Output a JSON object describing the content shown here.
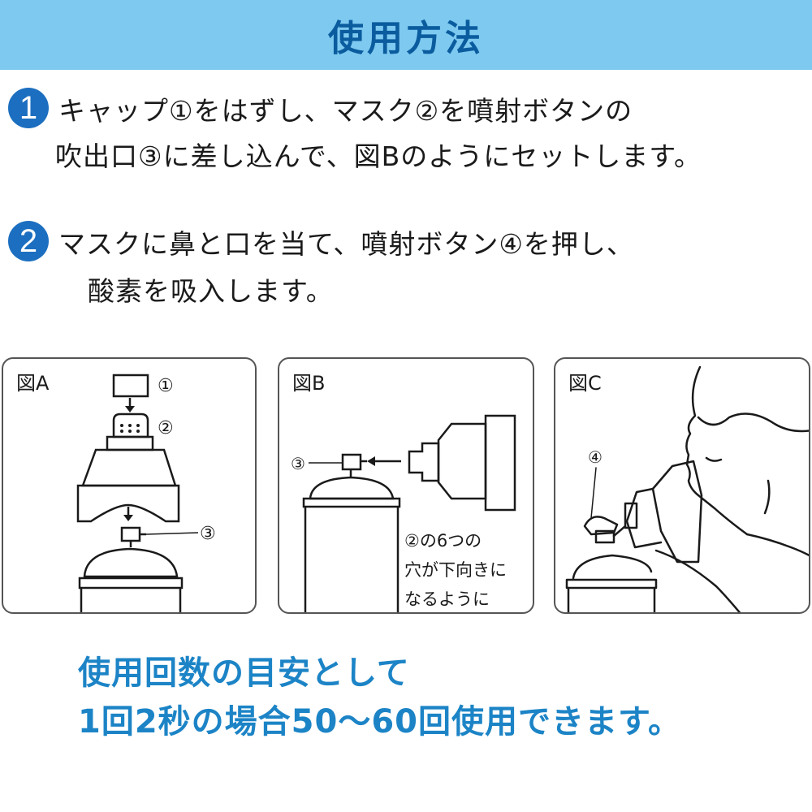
{
  "header": {
    "title": "使用方法"
  },
  "steps": [
    {
      "number": "1",
      "lines": [
        "キャップ①をはずし、マスク②を噴射ボタンの",
        "吹出口③に差し込んで、図Bのようにセットします。"
      ]
    },
    {
      "number": "2",
      "lines": [
        "マスクに鼻と口を当て、噴射ボタン④を押し、",
        "酸素を吸入します。"
      ]
    }
  ],
  "figures": {
    "a": {
      "label": "図A",
      "callouts": [
        "①",
        "②",
        "③"
      ]
    },
    "b": {
      "label": "図B",
      "callout": "③",
      "note": [
        "②の6つの",
        "穴が下向きに",
        "なるように"
      ]
    },
    "c": {
      "label": "図C",
      "callout": "④"
    }
  },
  "summary": {
    "lines": [
      "使用回数の目安として",
      "1回2秒の場合50〜60回使用できます。"
    ]
  },
  "colors": {
    "banner": "#7ec9f0",
    "title": "#0a5c9e",
    "step_badge": "#1c6fc0",
    "summary": "#1c84c6"
  }
}
